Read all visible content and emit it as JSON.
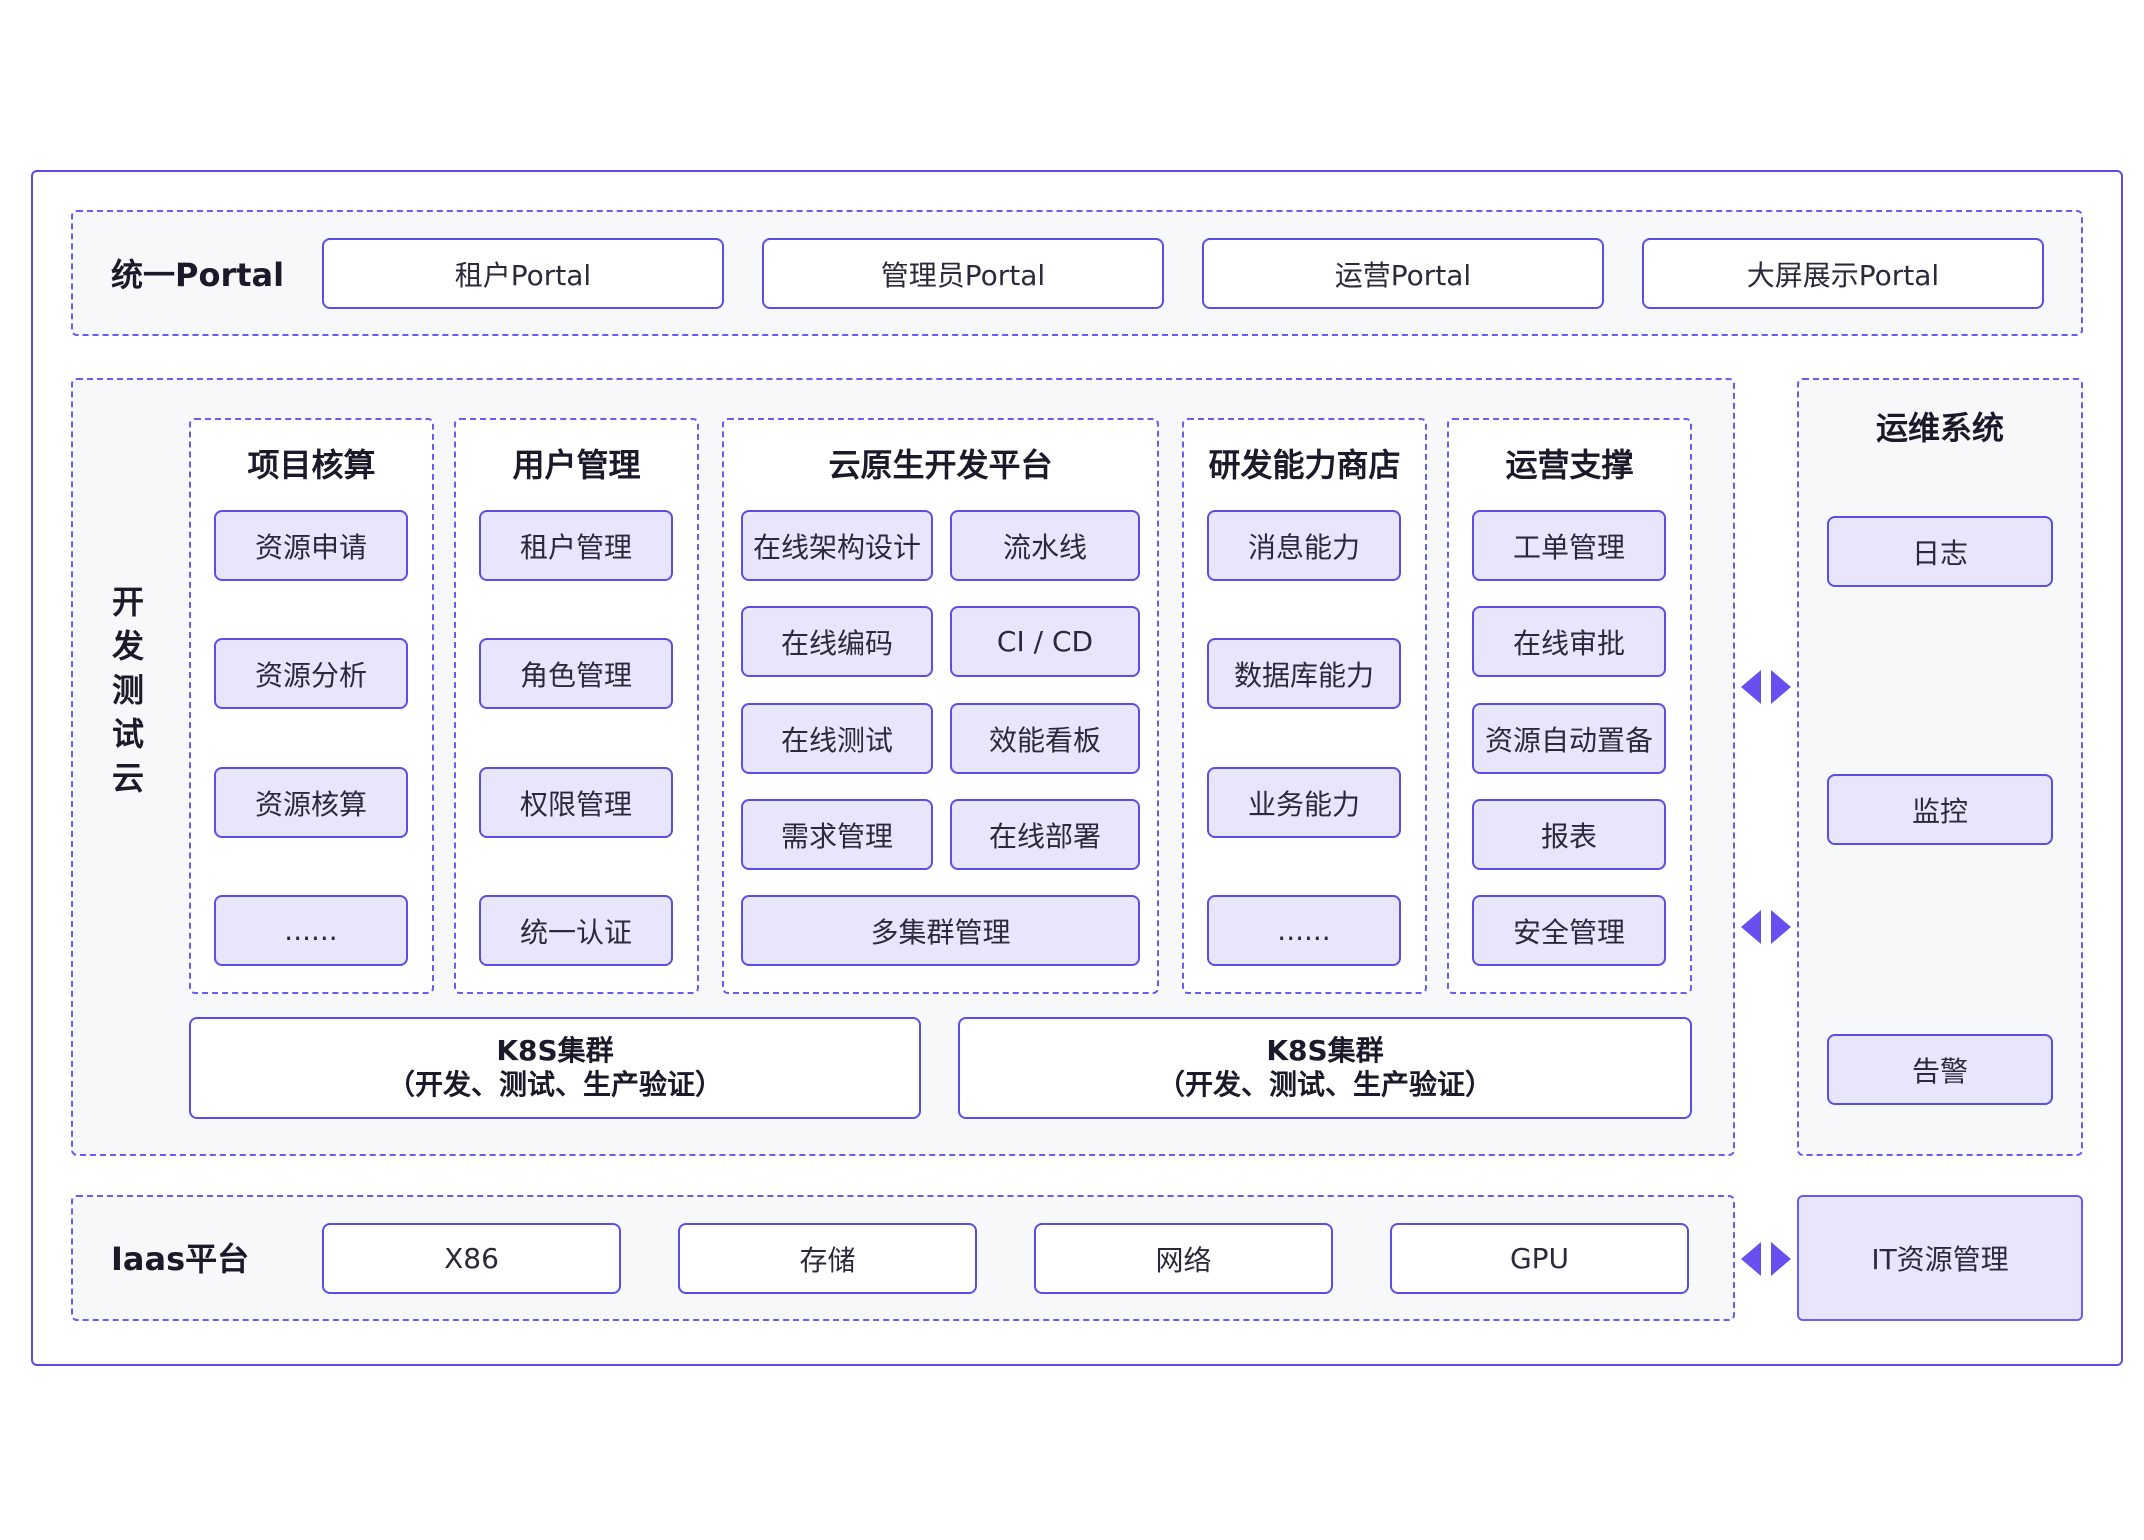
{
  "portal": {
    "label": "统一Portal",
    "items": [
      "租户Portal",
      "管理员Portal",
      "运营Portal",
      "大屏展示Portal"
    ]
  },
  "devcloud": {
    "label": "开发测试云",
    "columns": [
      {
        "title": "项目核算",
        "items": [
          "资源申请",
          "资源分析",
          "资源核算",
          "......"
        ]
      },
      {
        "title": "用户管理",
        "items": [
          "租户管理",
          "角色管理",
          "权限管理",
          "统一认证"
        ]
      },
      {
        "title": "云原生开发平台",
        "items": [
          "在线架构设计",
          "流水线",
          "在线编码",
          "CI / CD",
          "在线测试",
          "效能看板",
          "需求管理",
          "在线部署",
          "多集群管理"
        ]
      },
      {
        "title": "研发能力商店",
        "items": [
          "消息能力",
          "数据库能力",
          "业务能力",
          "......"
        ]
      },
      {
        "title": "运营支撑",
        "items": [
          "工单管理",
          "在线审批",
          "资源自动置备",
          "报表",
          "安全管理"
        ]
      }
    ],
    "k8s": [
      {
        "line1": "K8S集群",
        "line2": "（开发、测试、生产验证）"
      },
      {
        "line1": "K8S集群",
        "line2": "（开发、测试、生产验证）"
      }
    ]
  },
  "ops": {
    "title": "运维系统",
    "items": [
      "日志",
      "监控",
      "告警"
    ]
  },
  "iaas": {
    "label": "Iaas平台",
    "items": [
      "X86",
      "存储",
      "网络",
      "GPU"
    ]
  },
  "it_resource": {
    "label": "IT资源管理"
  },
  "colors": {
    "accent": "#5b4ee6",
    "panel_fill": "#e9e6fb",
    "dash_bg": "#f7f8fa"
  }
}
